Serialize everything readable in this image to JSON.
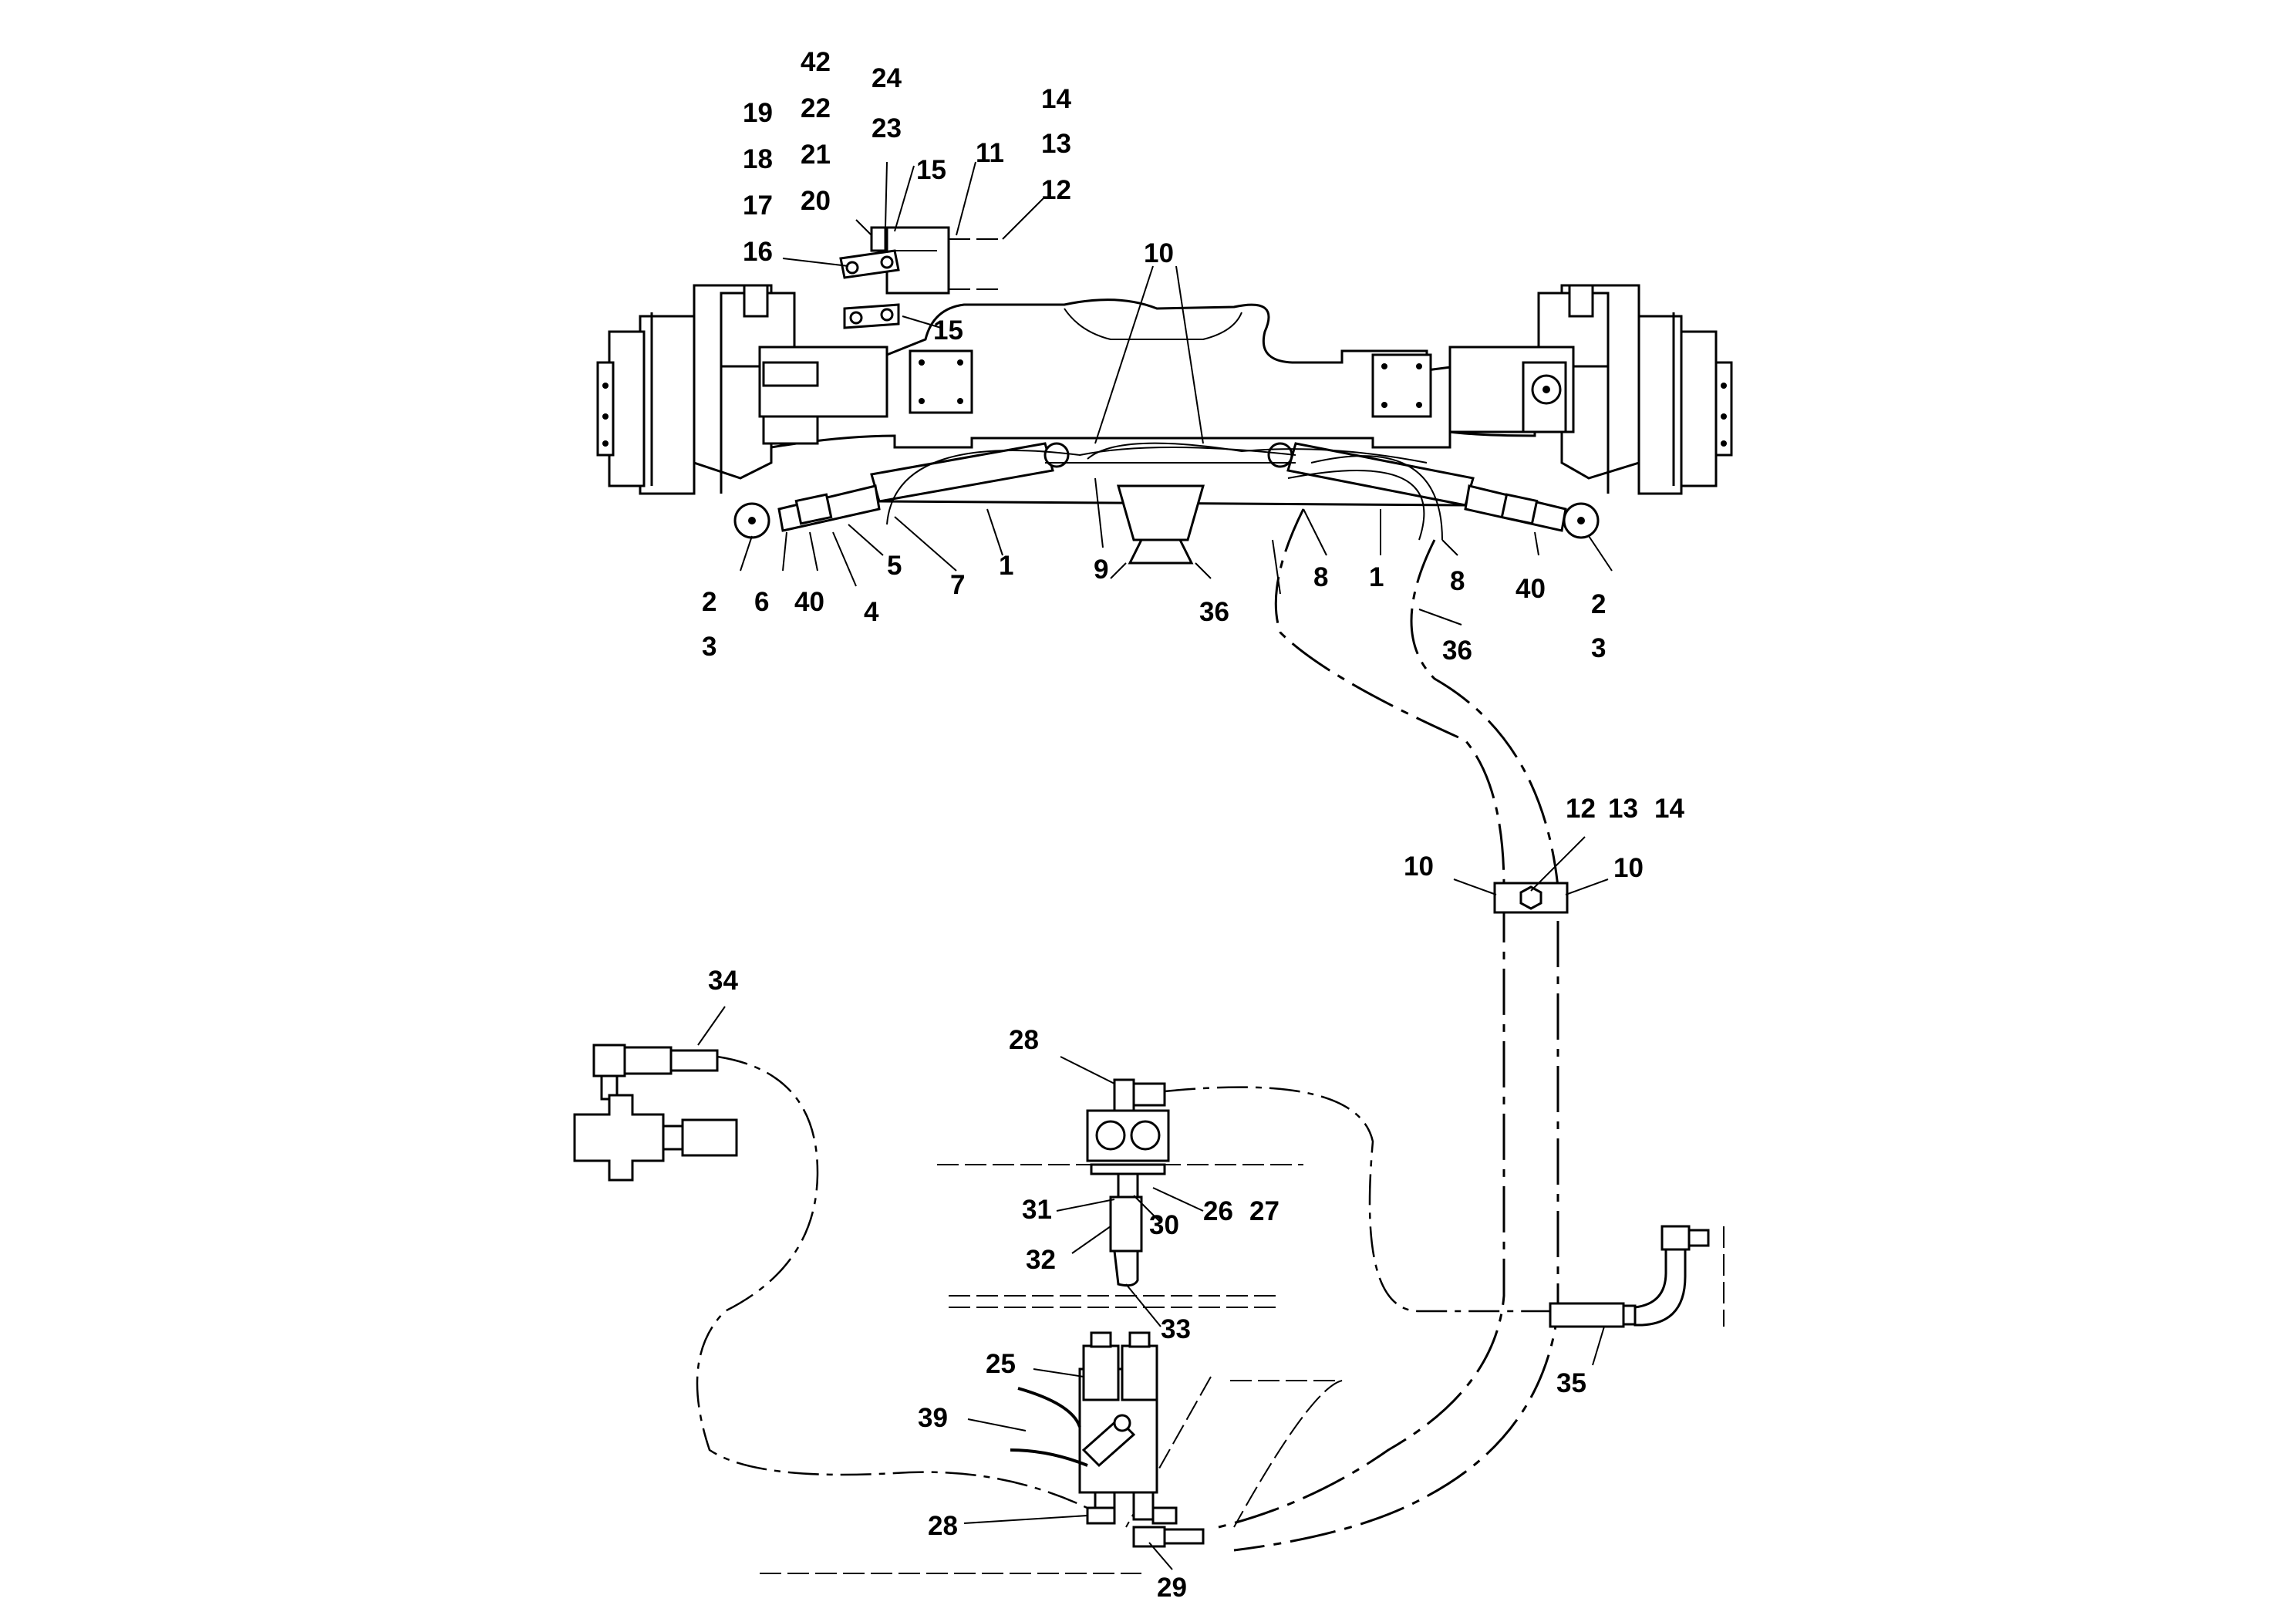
{
  "diagram": {
    "callouts": [
      {
        "id": "c-42",
        "text": "42"
      },
      {
        "id": "c-24",
        "text": "24"
      },
      {
        "id": "c-19",
        "text": "19"
      },
      {
        "id": "c-22",
        "text": "22"
      },
      {
        "id": "c-23",
        "text": "23"
      },
      {
        "id": "c-18",
        "text": "18"
      },
      {
        "id": "c-21",
        "text": "21"
      },
      {
        "id": "c-15a",
        "text": "15"
      },
      {
        "id": "c-11",
        "text": "11"
      },
      {
        "id": "c-14a",
        "text": "14"
      },
      {
        "id": "c-13a",
        "text": "13"
      },
      {
        "id": "c-12a",
        "text": "12"
      },
      {
        "id": "c-17",
        "text": "17"
      },
      {
        "id": "c-20",
        "text": "20"
      },
      {
        "id": "c-16",
        "text": "16"
      },
      {
        "id": "c-15b",
        "text": "15"
      },
      {
        "id": "c-10top",
        "text": "10"
      },
      {
        "id": "c-2L",
        "text": "2"
      },
      {
        "id": "c-3L",
        "text": "3"
      },
      {
        "id": "c-6",
        "text": "6"
      },
      {
        "id": "c-40L",
        "text": "40"
      },
      {
        "id": "c-4",
        "text": "4"
      },
      {
        "id": "c-5",
        "text": "5"
      },
      {
        "id": "c-7",
        "text": "7"
      },
      {
        "id": "c-1L",
        "text": "1"
      },
      {
        "id": "c-9",
        "text": "9"
      },
      {
        "id": "c-36a",
        "text": "36"
      },
      {
        "id": "c-8a",
        "text": "8"
      },
      {
        "id": "c-1R",
        "text": "1"
      },
      {
        "id": "c-8b",
        "text": "8"
      },
      {
        "id": "c-40R",
        "text": "40"
      },
      {
        "id": "c-2R",
        "text": "2"
      },
      {
        "id": "c-3R",
        "text": "3"
      },
      {
        "id": "c-36b",
        "text": "36"
      },
      {
        "id": "c-12b",
        "text": "12"
      },
      {
        "id": "c-13b",
        "text": "13"
      },
      {
        "id": "c-14b",
        "text": "14"
      },
      {
        "id": "c-10L",
        "text": "10"
      },
      {
        "id": "c-10R",
        "text": "10"
      },
      {
        "id": "c-34",
        "text": "34"
      },
      {
        "id": "c-28a",
        "text": "28"
      },
      {
        "id": "c-31",
        "text": "31"
      },
      {
        "id": "c-30",
        "text": "30"
      },
      {
        "id": "c-26",
        "text": "26"
      },
      {
        "id": "c-27",
        "text": "27"
      },
      {
        "id": "c-32",
        "text": "32"
      },
      {
        "id": "c-33",
        "text": "33"
      },
      {
        "id": "c-25",
        "text": "25"
      },
      {
        "id": "c-39",
        "text": "39"
      },
      {
        "id": "c-28b",
        "text": "28"
      },
      {
        "id": "c-29",
        "text": "29"
      },
      {
        "id": "c-35",
        "text": "35"
      }
    ]
  }
}
